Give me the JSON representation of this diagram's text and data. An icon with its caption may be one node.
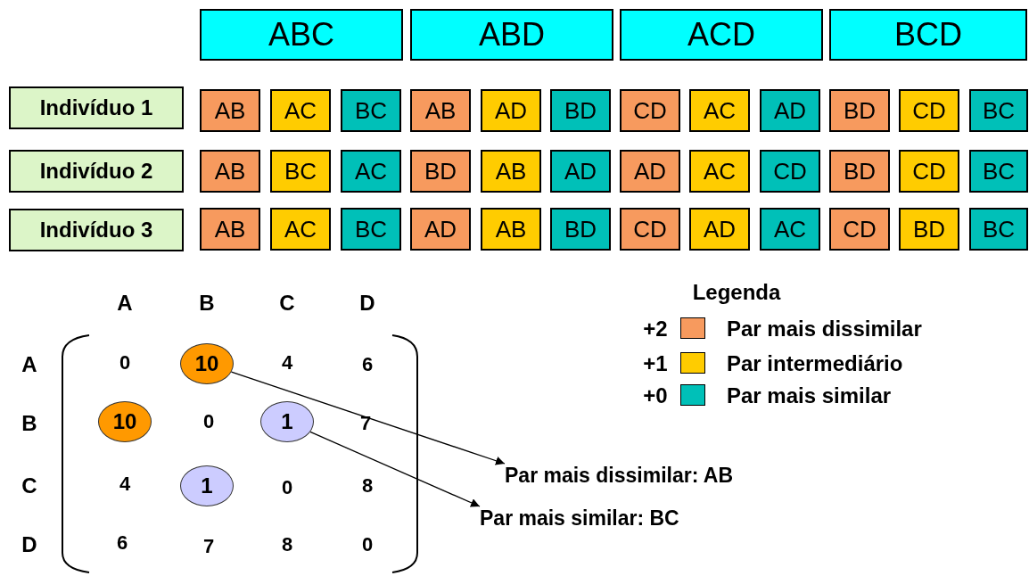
{
  "diagram": {
    "nodes": [
      {
        "text": [
          "ABC"
        ]
      },
      {
        "text": [
          "ABD"
        ]
      },
      {
        "text": [
          "ACD"
        ]
      },
      {
        "text": [
          "BCD"
        ]
      },
      {
        "text": [
          "Indivíduo 1"
        ]
      },
      {
        "text": [
          "Indivíduo 2"
        ]
      },
      {
        "text": [
          "Indivíduo 3"
        ]
      },
      {
        "text": [
          "AB"
        ]
      },
      {
        "text": [
          "AC"
        ]
      },
      {
        "text": [
          "BC"
        ]
      },
      {
        "text": [
          "AB"
        ]
      },
      {
        "text": [
          "AD"
        ]
      },
      {
        "text": [
          "BD"
        ]
      },
      {
        "text": [
          "CD"
        ]
      },
      {
        "text": [
          "AC"
        ]
      },
      {
        "text": [
          "AD"
        ]
      },
      {
        "text": [
          "BD"
        ]
      },
      {
        "text": [
          "CD"
        ]
      },
      {
        "text": [
          "BC"
        ]
      },
      {
        "text": [
          "AB"
        ]
      },
      {
        "text": [
          "BC"
        ]
      },
      {
        "text": [
          "AC"
        ]
      },
      {
        "text": [
          "BD"
        ]
      },
      {
        "text": [
          "AB"
        ]
      },
      {
        "text": [
          "AD"
        ]
      },
      {
        "text": [
          "AD"
        ]
      },
      {
        "text": [
          "AC"
        ]
      },
      {
        "text": [
          "CD"
        ]
      },
      {
        "text": [
          "BD"
        ]
      },
      {
        "text": [
          "CD"
        ]
      },
      {
        "text": [
          "BC"
        ]
      },
      {
        "text": [
          "AB"
        ]
      },
      {
        "text": [
          "AC"
        ]
      },
      {
        "text": [
          "BC"
        ]
      },
      {
        "text": [
          "AD"
        ]
      },
      {
        "text": [
          "AB"
        ]
      },
      {
        "text": [
          "BD"
        ]
      },
      {
        "text": [
          "CD"
        ]
      },
      {
        "text": [
          "AD"
        ]
      },
      {
        "text": [
          "AC"
        ]
      },
      {
        "text": [
          "CD"
        ]
      },
      {
        "text": [
          "BD"
        ]
      },
      {
        "text": [
          "BC"
        ]
      },
      {
        "text": [
          "10"
        ]
      },
      {
        "text": [
          "10"
        ]
      },
      {
        "text": [
          "1"
        ]
      },
      {
        "text": [
          "1"
        ]
      },
      {
        "text": [
          "Par mais dissimilar: AB"
        ]
      },
      {
        "text": [
          "Par mais similar: BC"
        ]
      }
    ],
    "edges": [
      {
        "from": 43,
        "to": 47,
        "arrow": "to"
      },
      {
        "from": 45,
        "to": 48,
        "arrow": "to"
      }
    ],
    "labels": [
      "A",
      "B",
      "C",
      "D",
      "A",
      "0",
      "4",
      "6",
      "B",
      "0",
      "7",
      "C",
      "4",
      "0",
      "8",
      "D",
      "6",
      "7",
      "8",
      "0",
      "Legenda",
      "+2",
      "+1",
      "+0"
    ],
    "legend": [
      {
        "text": "Par mais dissimilar",
        "color": "#f79a5e"
      },
      {
        "text": "Par intermediário",
        "color": "#ffcc00"
      },
      {
        "text": "Par mais similar",
        "color": "#00c0b8"
      }
    ]
  }
}
